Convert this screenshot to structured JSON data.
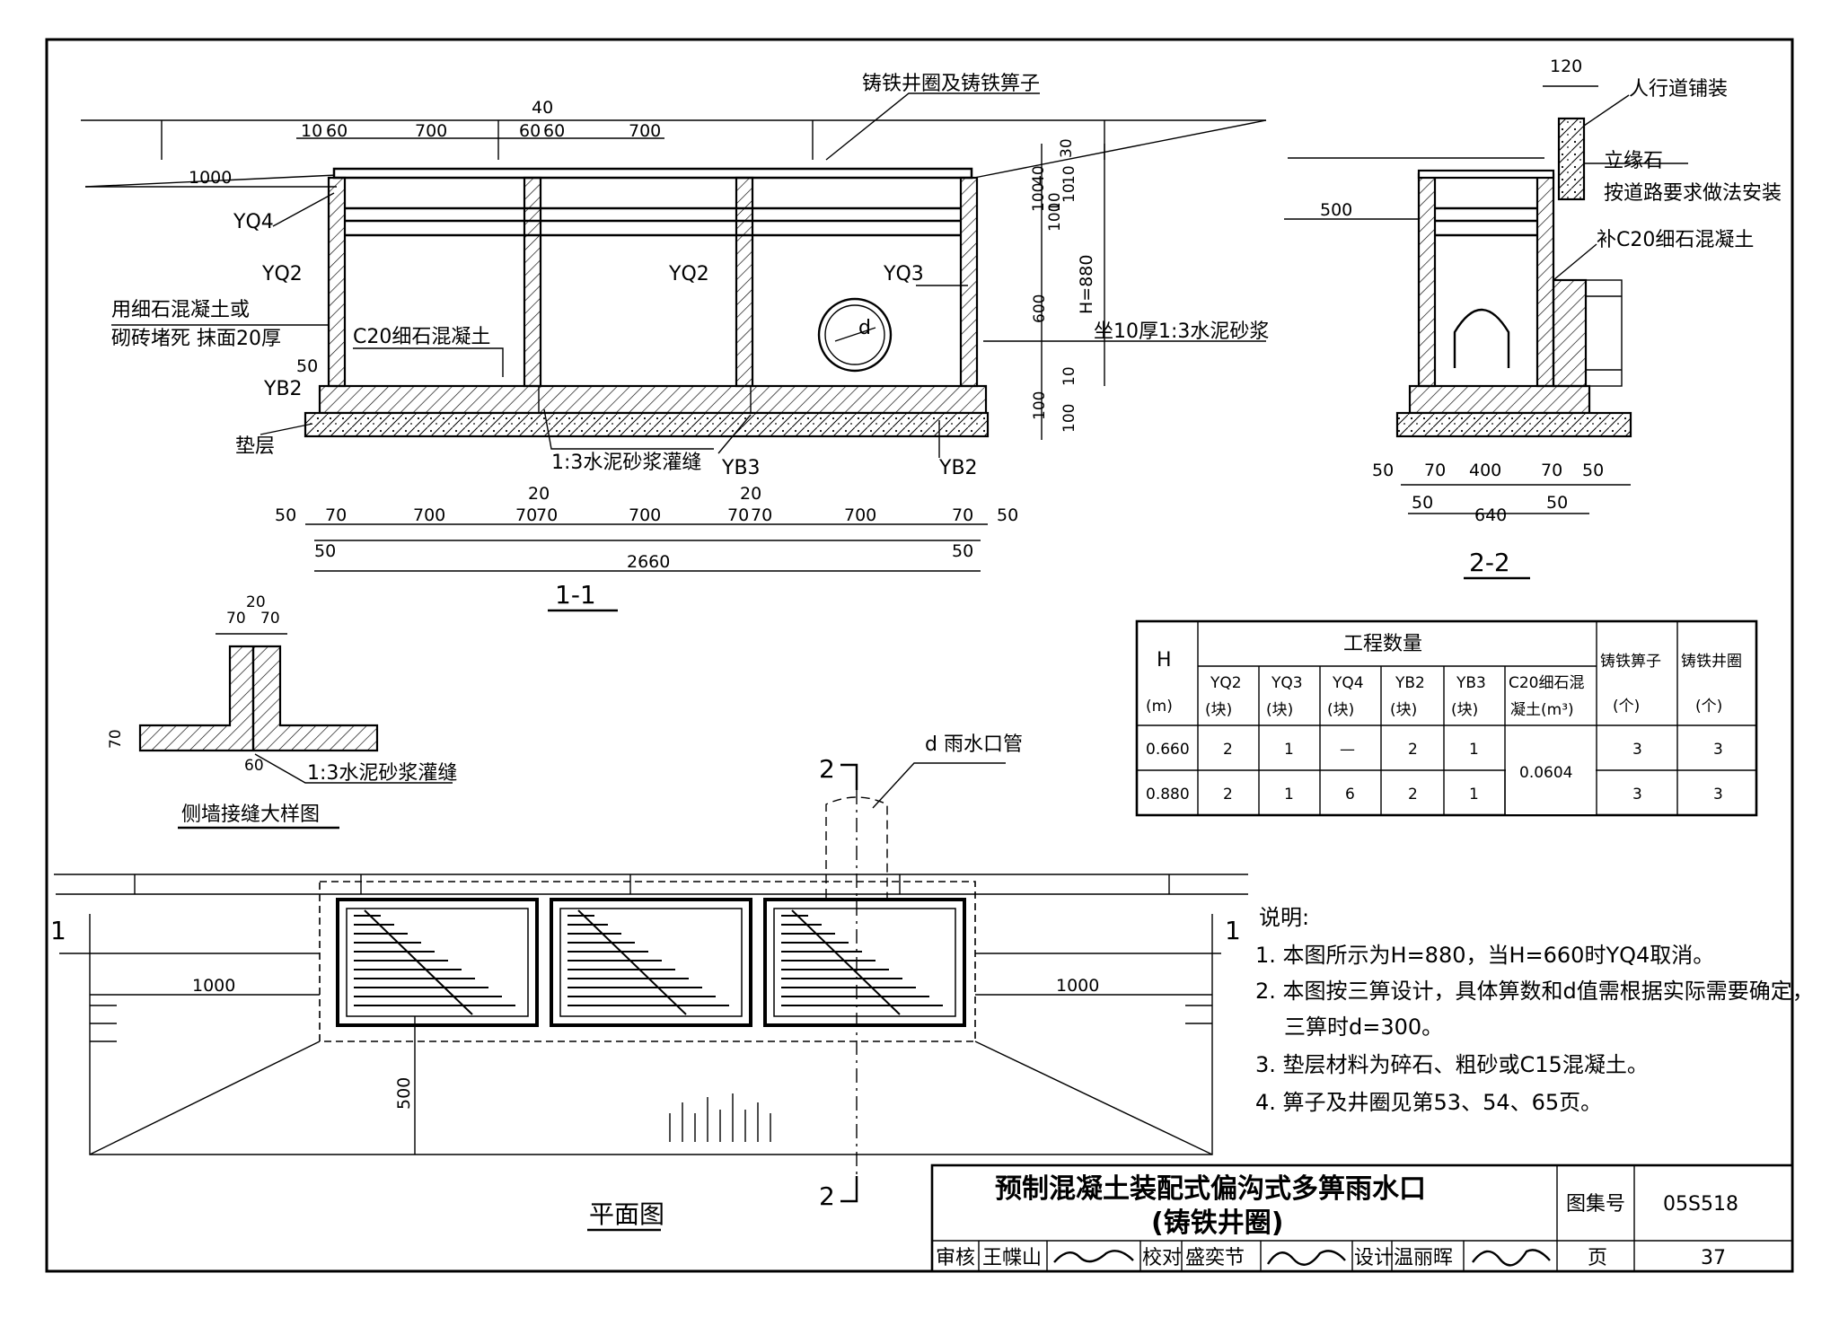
{
  "section_1_1": {
    "title": "1-1",
    "callout_top": "铸铁井圈及铸铁箅子",
    "dims_top": [
      "40",
      "10",
      "60",
      "700",
      "60",
      "60",
      "700"
    ],
    "dim_1000": "1000",
    "labels": {
      "yq4": "YQ4",
      "yq2_left": "YQ2",
      "yq2_mid": "YQ2",
      "yq3": "YQ3",
      "fill_line1": "用细石混凝土或",
      "fill_line2": "砌砖堵死  抹面20厚",
      "c20": "C20细石混凝土",
      "dim50": "50",
      "yb2_left": "YB2",
      "cushion": "垫层",
      "joint": "1:3水泥砂浆灌缝",
      "yb3": "YB3",
      "yb2_right": "YB2",
      "pipe_d": "d",
      "mortar": "坐10厚1:3水泥砂浆"
    },
    "right_dims": [
      "30",
      "10",
      "10",
      "10",
      "40",
      "100",
      "100",
      "600",
      "10",
      "100",
      "100"
    ],
    "h_label": "H=880",
    "bottom_dims_row1": [
      "50",
      "70",
      "700",
      "70",
      "70",
      "700",
      "70",
      "70",
      "700",
      "70",
      "50"
    ],
    "bottom_dims_row2": [
      "50",
      "50"
    ],
    "dim_20a": "20",
    "dim_20b": "20",
    "total": "2660"
  },
  "section_2_2": {
    "title": "2-2",
    "dim_120": "120",
    "labels": {
      "pavement": "人行道铺装",
      "curb": "立缘石",
      "install": "按道路要求做法安装",
      "fill": "补C20细石混凝土",
      "dim500": "500"
    },
    "dims_row1": [
      "50",
      "70",
      "400",
      "70",
      "50"
    ],
    "dims_row2": [
      "50",
      "640",
      "50"
    ]
  },
  "joint_detail": {
    "title": "侧墙接缝大样图",
    "dims": [
      "20",
      "70",
      "70",
      "70",
      "60"
    ],
    "joint": "1:3水泥砂浆灌缝"
  },
  "plan": {
    "title": "平面图",
    "pipe_label": "d  雨水口管",
    "cut_2_top": "2",
    "cut_2_bottom": "2",
    "cut_1_left": "1",
    "cut_1_right": "1",
    "dim_left": "1000",
    "dim_right": "1000",
    "dim_500": "500"
  },
  "quantity_table": {
    "header_h": "H",
    "header_h_unit": "(m)",
    "header_group": "工程数量",
    "columns": [
      {
        "name": "YQ2",
        "unit": "(块)"
      },
      {
        "name": "YQ3",
        "unit": "(块)"
      },
      {
        "name": "YQ4",
        "unit": "(块)"
      },
      {
        "name": "YB2",
        "unit": "(块)"
      },
      {
        "name": "YB3",
        "unit": "(块)"
      },
      {
        "name": "C20细石混",
        "unit": "凝土(m³)"
      }
    ],
    "extra_columns": [
      {
        "name": "铸铁箅子",
        "unit": "(个)"
      },
      {
        "name": "铸铁井圈",
        "unit": "(个)"
      }
    ],
    "rows": [
      {
        "h": "0.660",
        "yq2": "2",
        "yq3": "1",
        "yq4": "—",
        "yb2": "2",
        "yb3": "1",
        "grate": "3",
        "ring": "3"
      },
      {
        "h": "0.880",
        "yq2": "2",
        "yq3": "1",
        "yq4": "6",
        "yb2": "2",
        "yb3": "1",
        "grate": "3",
        "ring": "3"
      }
    ],
    "concrete_merged": "0.0604"
  },
  "notes": {
    "title": "说明:",
    "items": [
      "1. 本图所示为H=880，当H=660时YQ4取消。",
      "2. 本图按三箅设计，具体箅数和d值需根据实际需要确定，",
      "三箅时d=300。",
      "3. 垫层材料为碎石、粗砂或C15混凝土。",
      "4. 箅子及井圈见第53、54、65页。"
    ]
  },
  "title_block": {
    "title_line1": "预制混凝土装配式偏沟式多箅雨水口",
    "title_line2": "(铸铁井圈)",
    "atlas_label": "图集号",
    "atlas_no": "05S518",
    "review_label": "审核",
    "review_name": "王幉山",
    "check_label": "校对",
    "check_name": "盛奕节",
    "design_label": "设计",
    "design_name": "温丽晖",
    "page_label": "页",
    "page_no": "37"
  }
}
